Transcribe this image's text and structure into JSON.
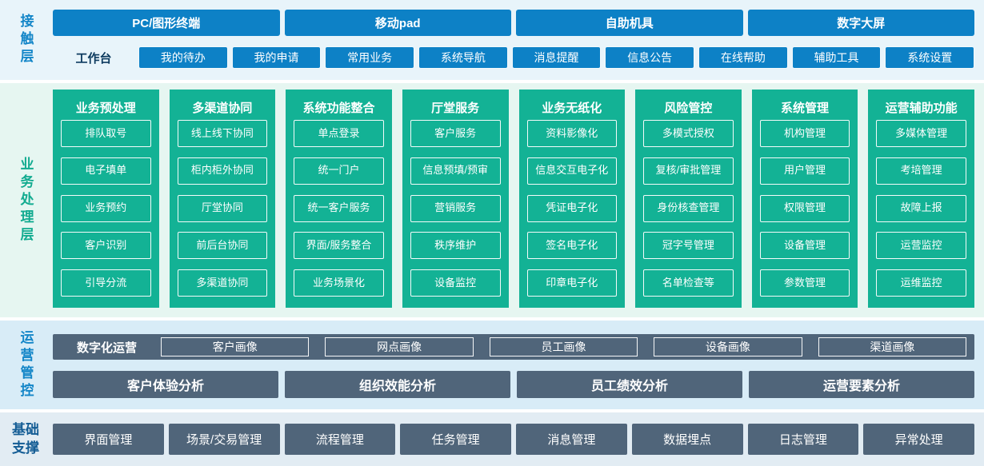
{
  "colors": {
    "blue": "#0d81c6",
    "navy": "#0c3a5e",
    "teal": "#13b295",
    "slate": "#50657a",
    "bg-touch": "#e8f4fa",
    "bg-business": "#e6f6f1",
    "bg-ops": "#d8ecf7",
    "bg-base": "#e2ecf3",
    "label-blue": "#1486c8",
    "label-teal": "#12ab90",
    "label-navy": "#135c94"
  },
  "layers": {
    "touch": {
      "label": "接触层",
      "channels": [
        "PC/图形终端",
        "移动pad",
        "自助机具",
        "数字大屏"
      ],
      "workbench": {
        "label": "工作台",
        "items": [
          "我的待办",
          "我的申请",
          "常用业务",
          "系统导航",
          "消息提醒",
          "信息公告",
          "在线帮助",
          "辅助工具",
          "系统设置"
        ]
      }
    },
    "business": {
      "label": "业务处理层",
      "columns": [
        {
          "title": "业务预处理",
          "items": [
            "排队取号",
            "电子填单",
            "业务预约",
            "客户识别",
            "引导分流"
          ]
        },
        {
          "title": "多渠道协同",
          "items": [
            "线上线下协同",
            "柜内柜外协同",
            "厅堂协同",
            "前后台协同",
            "多渠道协同"
          ]
        },
        {
          "title": "系统功能整合",
          "items": [
            "单点登录",
            "统一门户",
            "统一客户服务",
            "界面/服务整合",
            "业务场景化"
          ]
        },
        {
          "title": "厅堂服务",
          "items": [
            "客户服务",
            "信息预填/预审",
            "营销服务",
            "秩序维护",
            "设备监控"
          ]
        },
        {
          "title": "业务无纸化",
          "items": [
            "资料影像化",
            "信息交互电子化",
            "凭证电子化",
            "签名电子化",
            "印章电子化"
          ]
        },
        {
          "title": "风险管控",
          "items": [
            "多模式授权",
            "复核/审批管理",
            "身份核查管理",
            "冠字号管理",
            "名单检查等"
          ]
        },
        {
          "title": "系统管理",
          "items": [
            "机构管理",
            "用户管理",
            "权限管理",
            "设备管理",
            "参数管理"
          ]
        },
        {
          "title": "运营辅助功能",
          "items": [
            "多媒体管理",
            "考培管理",
            "故障上报",
            "运营监控",
            "运维监控"
          ]
        }
      ]
    },
    "ops": {
      "label": "运营管控",
      "digital": {
        "label": "数字化运营",
        "items": [
          "客户画像",
          "网点画像",
          "员工画像",
          "设备画像",
          "渠道画像"
        ]
      },
      "analysis": [
        "客户体验分析",
        "组织效能分析",
        "员工绩效分析",
        "运营要素分析"
      ]
    },
    "base": {
      "label": "基础支撑",
      "items": [
        "界面管理",
        "场景/交易管理",
        "流程管理",
        "任务管理",
        "消息管理",
        "数据埋点",
        "日志管理",
        "异常处理"
      ]
    }
  }
}
